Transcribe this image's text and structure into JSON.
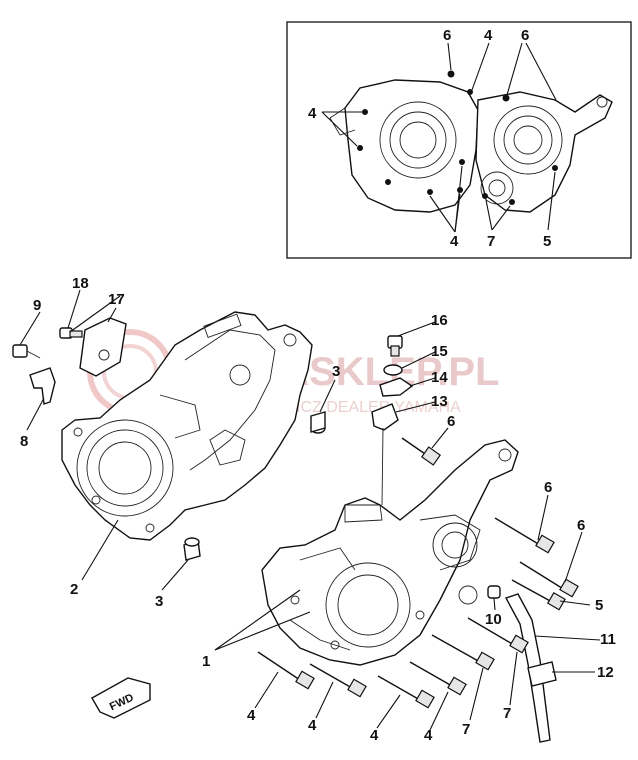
{
  "watermark": {
    "brand": "YAMASKLEP.PL",
    "subtitle": "JUOLICHOWICZ DEALER YAMAHA"
  },
  "fwd_badge": "FWD",
  "callouts": {
    "c1": "1",
    "c2": "2",
    "c3a": "3",
    "c3b": "3",
    "c4a": "4",
    "c4b": "4",
    "c4c": "4",
    "c4d": "4",
    "c5": "5",
    "c6a": "6",
    "c6b": "6",
    "c6c": "6",
    "c7a": "7",
    "c7b": "7",
    "c8": "8",
    "c9": "9",
    "c10": "10",
    "c11": "11",
    "c12": "12",
    "c13": "13",
    "c14": "14",
    "c15": "15",
    "c16": "16",
    "c17": "17",
    "c18": "18"
  },
  "inset_callouts": {
    "i6a": "6",
    "i4a": "4",
    "i6b": "6",
    "i4b": "4",
    "i4c": "4",
    "i7": "7",
    "i5": "5"
  }
}
